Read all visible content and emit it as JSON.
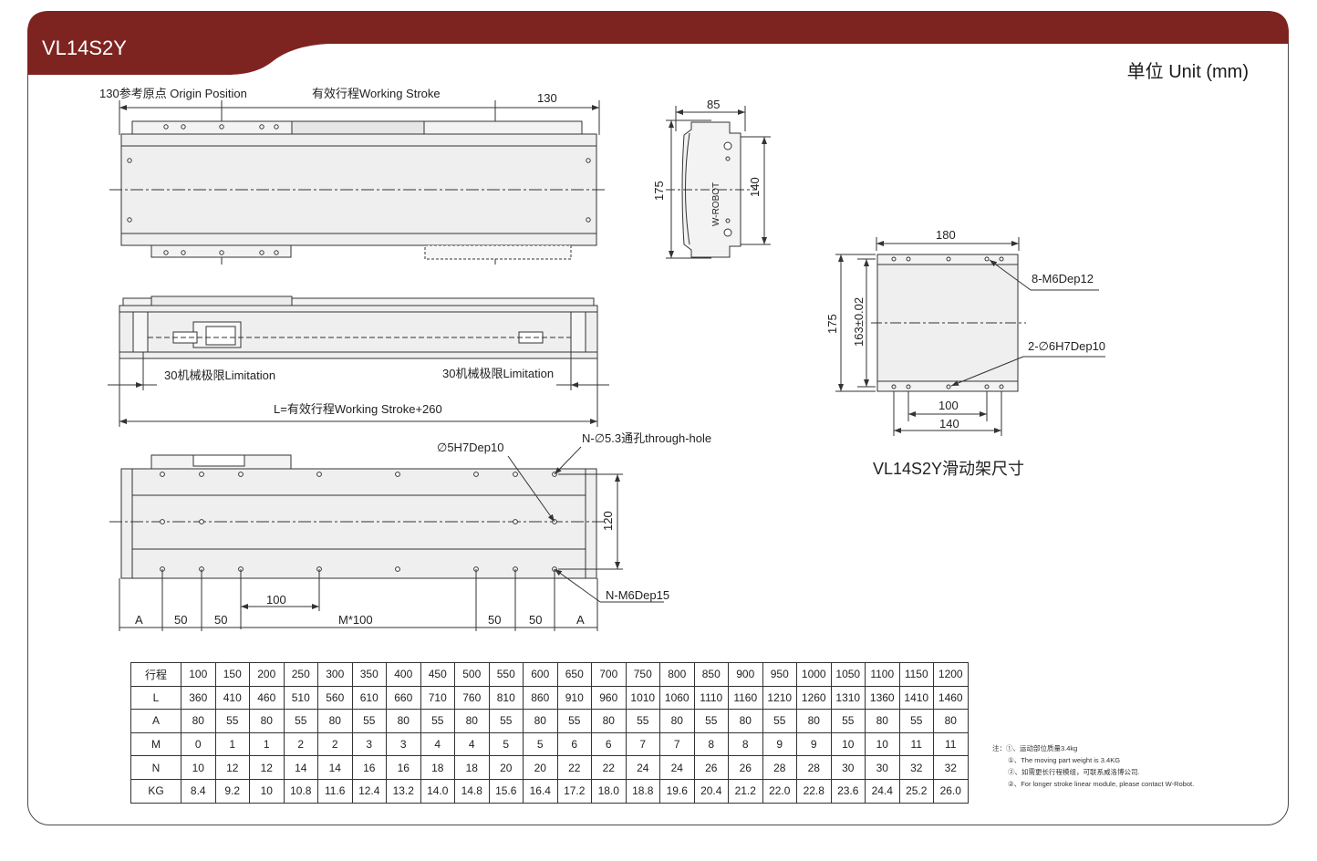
{
  "header": {
    "title": "VL14S2Y",
    "unit_label": "单位 Unit (mm)",
    "brand_color": "#7d2420"
  },
  "top_view": {
    "origin_label": "130参考原点 Origin Position",
    "stroke_label": "有效行程Working Stroke",
    "dim_130": "130"
  },
  "end_view": {
    "width": "85",
    "height": "175",
    "inner_height": "140",
    "logo_text": "W-ROBOT"
  },
  "side_view": {
    "limit_left": "30机械极限Limitation",
    "limit_right": "30机械极限Limitation",
    "total_length": "L=有效行程Working Stroke+260"
  },
  "bottom_view": {
    "pin_label": "∅5H7Dep10",
    "through_hole_label": "N-∅5.3通孔through-hole",
    "thread_label": "N-M6Dep15",
    "dim_120": "120",
    "dim_100": "100",
    "dims": [
      "A",
      "50",
      "50",
      "M*100",
      "50",
      "50",
      "A"
    ]
  },
  "carriage_view": {
    "width": "180",
    "outer_height": "175",
    "inner_height": "163±0.02",
    "thread_label": "8-M6Dep12",
    "pin_label": "2-∅6H7Dep10",
    "dim_100": "100",
    "dim_140": "140",
    "caption": "VL14S2Y滑动架尺寸"
  },
  "spec_table": {
    "rows": [
      {
        "head": "行程",
        "cells": [
          "100",
          "150",
          "200",
          "250",
          "300",
          "350",
          "400",
          "450",
          "500",
          "550",
          "600",
          "650",
          "700",
          "750",
          "800",
          "850",
          "900",
          "950",
          "1000",
          "1050",
          "1100",
          "1150",
          "1200"
        ]
      },
      {
        "head": "L",
        "cells": [
          "360",
          "410",
          "460",
          "510",
          "560",
          "610",
          "660",
          "710",
          "760",
          "810",
          "860",
          "910",
          "960",
          "1010",
          "1060",
          "1110",
          "1160",
          "1210",
          "1260",
          "1310",
          "1360",
          "1410",
          "1460"
        ]
      },
      {
        "head": "A",
        "cells": [
          "80",
          "55",
          "80",
          "55",
          "80",
          "55",
          "80",
          "55",
          "80",
          "55",
          "80",
          "55",
          "80",
          "55",
          "80",
          "55",
          "80",
          "55",
          "80",
          "55",
          "80",
          "55",
          "80"
        ]
      },
      {
        "head": "M",
        "cells": [
          "0",
          "1",
          "1",
          "2",
          "2",
          "3",
          "3",
          "4",
          "4",
          "5",
          "5",
          "6",
          "6",
          "7",
          "7",
          "8",
          "8",
          "9",
          "9",
          "10",
          "10",
          "11",
          "11"
        ]
      },
      {
        "head": "N",
        "cells": [
          "10",
          "12",
          "12",
          "14",
          "14",
          "16",
          "16",
          "18",
          "18",
          "20",
          "20",
          "22",
          "22",
          "24",
          "24",
          "26",
          "26",
          "28",
          "28",
          "30",
          "30",
          "32",
          "32"
        ]
      },
      {
        "head": "KG",
        "cells": [
          "8.4",
          "9.2",
          "10",
          "10.8",
          "11.6",
          "12.4",
          "13.2",
          "14.0",
          "14.8",
          "15.6",
          "16.4",
          "17.2",
          "18.0",
          "18.8",
          "19.6",
          "20.4",
          "21.2",
          "22.0",
          "22.8",
          "23.6",
          "24.4",
          "25.2",
          "26.0"
        ]
      }
    ]
  },
  "notes": {
    "line1": "注：①、运动部位质量3.4kg",
    "line2": "①、The moving part weight is 3.4KG",
    "line3": "②、如需更长行程模组，可联系威洛博公司.",
    "line4": "②、For longer stroke linear module, please contact W-Robot."
  }
}
